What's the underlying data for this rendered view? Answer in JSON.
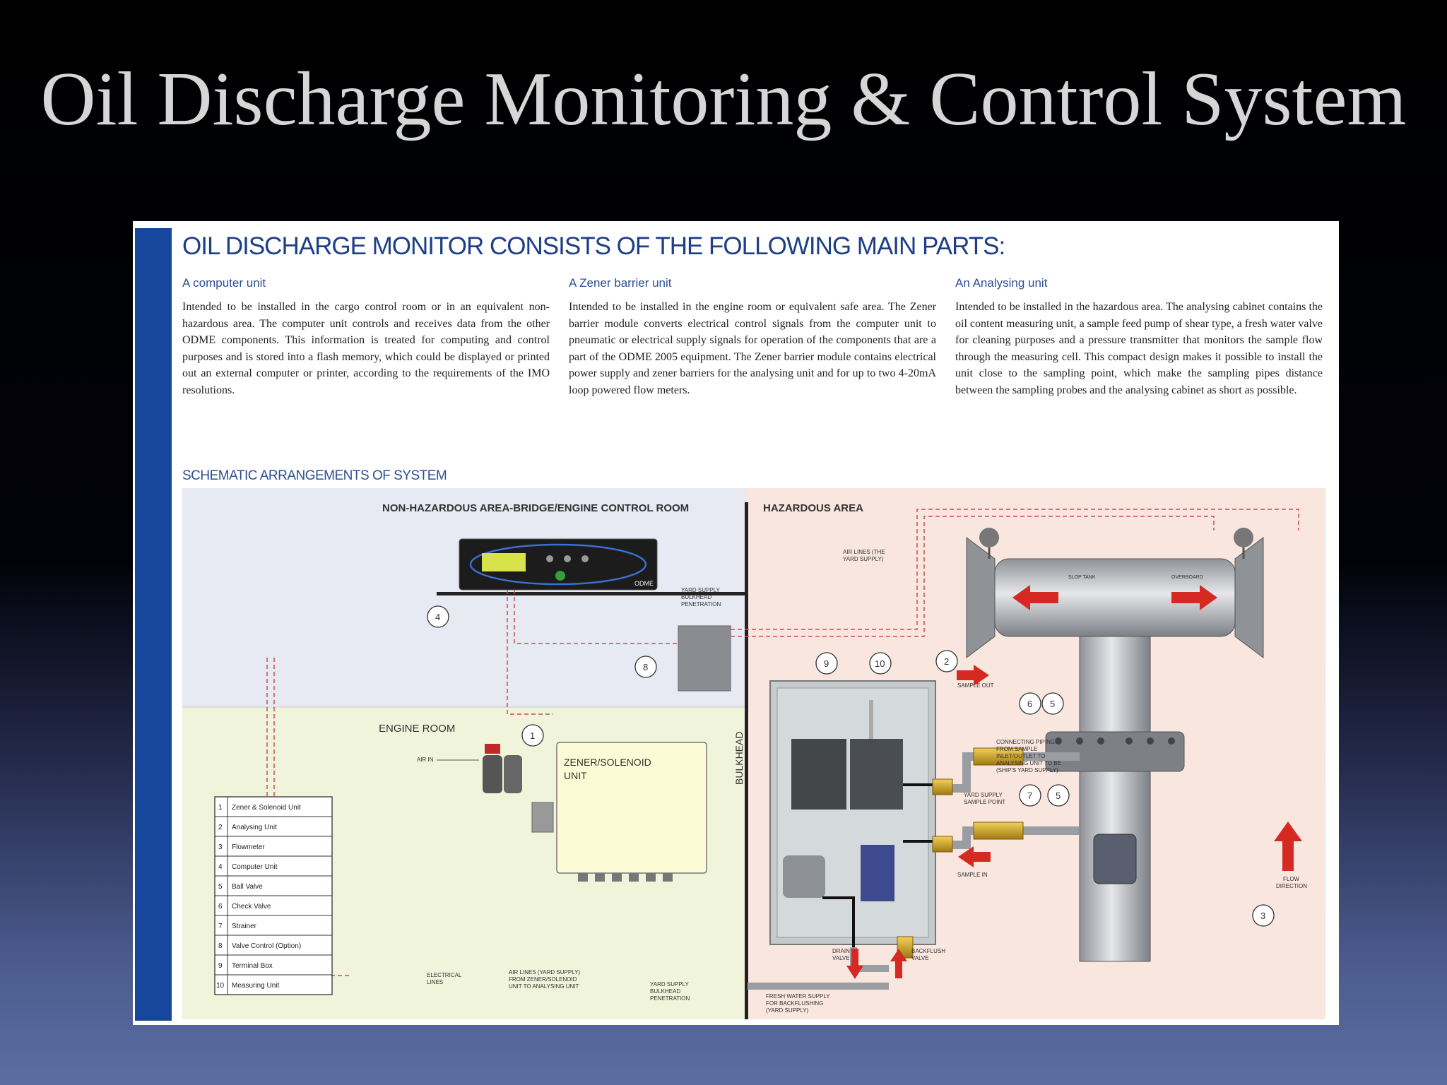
{
  "slide": {
    "title": "Oil Discharge Monitoring & Control System"
  },
  "panel": {
    "heading": "OIL DISCHARGE MONITOR CONSISTS OF THE FOLLOWING MAIN PARTS:",
    "columns": [
      {
        "title": "A computer unit",
        "text": "Intended to be installed in the cargo control room or in an equivalent non-hazardous area. The computer unit controls and receives data from the other ODME components. This information is treated for computing and control purposes and is stored into a flash memory, which could be displayed or printed out an external computer or printer, according to the requirements of the IMO resolutions."
      },
      {
        "title": "A Zener barrier unit",
        "text": "Intended to be installed in the engine room or equivalent safe area. The Zener barrier module converts electrical control signals from the computer unit to pneumatic or electrical supply signals for operation of the components that are a part of the ODME 2005 equipment. The Zener barrier module contains electrical power supply and zener barriers for the analysing unit and for up to two 4-20mA loop powered flow meters."
      },
      {
        "title": "An Analysing unit",
        "text": "Intended to be installed in the hazardous area. The analysing cabinet contains the oil content measuring unit, a sample feed pump of shear type, a fresh water valve for cleaning purposes and a pressure transmitter that monitors the sample flow through the measuring cell. This compact design makes it possible to install the unit close to the sampling point, which make the sampling pipes distance between the sampling probes and the analysing cabinet as short as possible."
      }
    ]
  },
  "schematic": {
    "title": "SCHEMATIC ARRANGEMENTS OF SYSTEM",
    "areas": {
      "non_hazardous": "NON-HAZARDOUS AREA-BRIDGE/ENGINE CONTROL ROOM",
      "hazardous": "HAZARDOUS AREA",
      "engine_room": "ENGINE ROOM",
      "bulkhead": "BULKHEAD"
    },
    "zener_unit_label_1": "ZENER/SOLENOID",
    "zener_unit_label_2": "UNIT",
    "computer_badge": "ODME",
    "labels": {
      "air_in": "AIR IN",
      "airlines_yard_supply_1": "AIR LINES (THE",
      "airlines_yard_supply_2": "YARD SUPPLY)",
      "yard_supply_bulkhead_1": "YARD SUPPLY",
      "yard_supply_bulkhead_2": "BULKHEAD",
      "yard_supply_bulkhead_3": "PENETRATION",
      "slop_tank": "SLOP TANK",
      "overboard": "OVERBOARD",
      "sample_out": "SAMPLE OUT",
      "connecting_piping_1": "CONNECTING PIPING",
      "connecting_piping_2": "FROM SAMPLE",
      "connecting_piping_3": "INLET/OUTLET TO",
      "connecting_piping_4": "ANALYSING UNIT TO BE",
      "connecting_piping_5": "(SHIP'S YARD SUPPLY)",
      "yard_supply_sample_1": "YARD SUPPLY",
      "yard_supply_sample_2": "SAMPLE POINT",
      "sample_in": "SAMPLE IN",
      "flow_direction_1": "FLOW",
      "flow_direction_2": "DIRECTION",
      "drain_valve_1": "DRAIN",
      "drain_valve_2": "VALVE",
      "backflush_valve_1": "BACKFLUSH",
      "backflush_valve_2": "VALVE",
      "electrical_lines_1": "ELECTRICAL",
      "electrical_lines_2": "LINES",
      "airlines_zener_1": "AIR LINES (YARD SUPPLY)",
      "airlines_zener_2": "FROM ZENER/SOLENOID",
      "airlines_zener_3": "UNIT TO ANALYSING UNIT",
      "yard_supply_bottom_1": "YARD SUPPLY",
      "yard_supply_bottom_2": "BULKHEAD",
      "yard_supply_bottom_3": "PENETRATION",
      "fresh_water_1": "FRESH WATER SUPPLY",
      "fresh_water_2": "FOR BACKFLUSHING",
      "fresh_water_3": "(YARD SUPPLY)"
    },
    "callouts": [
      "1",
      "2",
      "3",
      "4",
      "5",
      "6",
      "7",
      "8",
      "9",
      "10"
    ],
    "legend": [
      {
        "num": "1",
        "label": "Zener & Solenoid Unit"
      },
      {
        "num": "2",
        "label": "Analysing Unit"
      },
      {
        "num": "3",
        "label": "Flowmeter"
      },
      {
        "num": "4",
        "label": "Computer Unit"
      },
      {
        "num": "5",
        "label": "Ball Valve"
      },
      {
        "num": "6",
        "label": "Check Valve"
      },
      {
        "num": "7",
        "label": "Strainer"
      },
      {
        "num": "8",
        "label": "Valve Control (Option)"
      },
      {
        "num": "9",
        "label": "Terminal Box"
      },
      {
        "num": "10",
        "label": "Measuring Unit"
      }
    ]
  }
}
